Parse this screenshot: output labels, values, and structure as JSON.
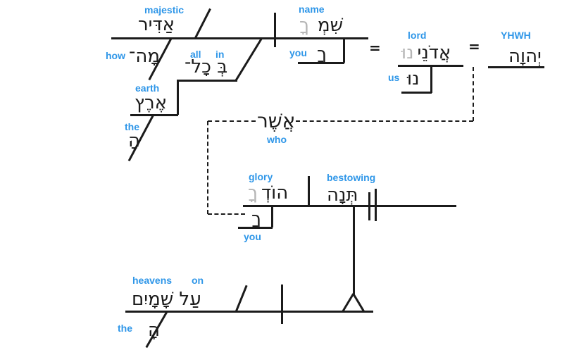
{
  "colors": {
    "label_blue": "#2e96e8",
    "line_black": "#1b1b1b",
    "suffix_gray": "#b5b5b5",
    "background": "#ffffff"
  },
  "equals_sign": "=",
  "clause1": {
    "predicate": {
      "heb": "אַדִּיר",
      "gloss": "majestic"
    },
    "adverb": {
      "heb": "מָה־",
      "gloss": "how"
    },
    "pp": {
      "heb": "בְּ כָל־",
      "gloss_all": "all",
      "gloss_in": "in"
    },
    "pp_object": {
      "heb": "אֶרֶץ",
      "gloss": "earth"
    },
    "article": {
      "heb": "הָ",
      "gloss": "the"
    },
    "subject": {
      "heb_base": "שִׁמְ",
      "heb_suffix": "ךָ",
      "gloss": "name"
    },
    "subject_suffix": {
      "heb": "ךָ",
      "gloss": "you"
    }
  },
  "apposition_lord": {
    "word": {
      "heb_base": "אֲדֹנֵי",
      "heb_suffix": "נוּ",
      "gloss": "lord"
    },
    "suffix": {
      "heb": "נוּ",
      "gloss": "us"
    }
  },
  "apposition_yhwh": {
    "heb": "יְהוָה",
    "gloss": "YHWH"
  },
  "relative_pronoun": {
    "heb": "אֲשֶׁר",
    "gloss": "who"
  },
  "clause2": {
    "object": {
      "heb_base": "הוֹדְ",
      "heb_suffix": "ךָ",
      "gloss": "glory"
    },
    "object_suffix": {
      "heb": "ךָ",
      "gloss": "you"
    },
    "verb": {
      "heb": "תְּנָה",
      "gloss": "bestowing"
    }
  },
  "clause3": {
    "pp": {
      "heb": "עַל שָׁמָיִם",
      "gloss_heavens": "heavens",
      "gloss_on": "on"
    },
    "article": {
      "heb": "הָ",
      "gloss": "the"
    }
  }
}
